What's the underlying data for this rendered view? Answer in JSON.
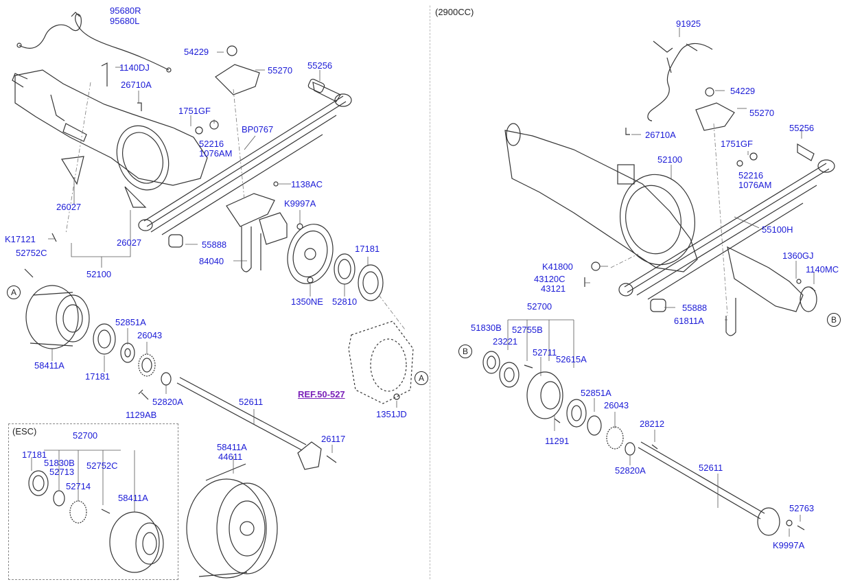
{
  "diagram": {
    "left_note": "(ESC)",
    "right_note": "(2900CC)",
    "reference": "REF.50-527",
    "marker_a": "A",
    "marker_b": "B",
    "left_labels": {
      "l95680r": "95680R",
      "l95680l": "95680L",
      "l54229": "54229",
      "l55270": "55270",
      "l55256": "55256",
      "l1140dj": "1140DJ",
      "l26710a": "26710A",
      "l1751gf": "1751GF",
      "l52216": "52216",
      "l1076am": "1076AM",
      "lbp0767": "BP0767",
      "l1138ac": "1138AC",
      "lk9997a": "K9997A",
      "l26027a": "26027",
      "l26027b": "26027",
      "lk17121": "K17121",
      "l55888": "55888",
      "l84040": "84040",
      "l17181a": "17181",
      "l52752c": "52752C",
      "l52100": "52100",
      "l1350ne": "1350NE",
      "l52810": "52810",
      "l52851a": "52851A",
      "l26043": "26043",
      "l58411a": "58411A",
      "l17181b": "17181",
      "l52820a": "52820A",
      "l1129ab": "1129AB",
      "l52611": "52611",
      "l1351jd": "1351JD",
      "l26117": "26117",
      "l58411a2": "58411A",
      "l44611": "44611"
    },
    "esc_labels": {
      "l52700": "52700",
      "l17181": "17181",
      "l51830b": "51830B",
      "l52713": "52713",
      "l52752c": "52752C",
      "l52714": "52714",
      "l58411a": "58411A"
    },
    "right_labels": {
      "l91925": "91925",
      "l54229": "54229",
      "l55270": "55270",
      "l55256": "55256",
      "l26710a": "26710A",
      "l52100": "52100",
      "l1751gf": "1751GF",
      "l52216": "52216",
      "l1076am": "1076AM",
      "l55100h": "55100H",
      "lk41800": "K41800",
      "l43120c": "43120C",
      "l43121": "43121",
      "l1360gj": "1360GJ",
      "l1140mc": "1140MC",
      "l55888": "55888",
      "l61811a": "61811A",
      "l52700": "52700",
      "l51830b": "51830B",
      "l52755b": "52755B",
      "l23221": "23221",
      "l52711": "52711",
      "l52615a": "52615A",
      "l52851a": "52851A",
      "l26043": "26043",
      "l11291": "11291",
      "l28212": "28212",
      "l52820a": "52820A",
      "l52611": "52611",
      "l52763": "52763",
      "lk9997a": "K9997A"
    }
  }
}
